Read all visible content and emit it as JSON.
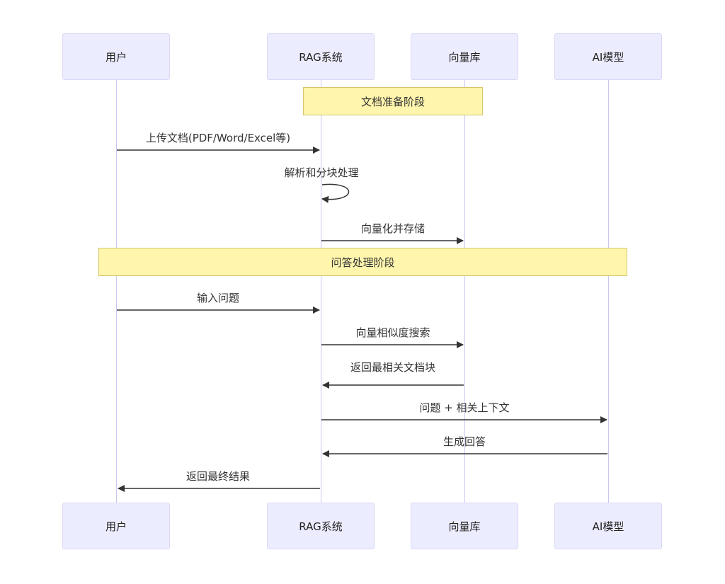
{
  "actors": [
    "用户",
    "RAG系统",
    "向量库",
    "AI模型"
  ],
  "notes": {
    "phase1": "文档准备阶段",
    "phase2": "问答处理阶段"
  },
  "messages": [
    {
      "from": "用户",
      "to": "RAG系统",
      "text": "上传文档(PDF/Word/Excel等)"
    },
    {
      "from": "RAG系统",
      "to": "RAG系统",
      "text": "解析和分块处理"
    },
    {
      "from": "RAG系统",
      "to": "向量库",
      "text": "向量化并存储"
    },
    {
      "from": "用户",
      "to": "RAG系统",
      "text": "输入问题"
    },
    {
      "from": "RAG系统",
      "to": "向量库",
      "text": "向量相似度搜索"
    },
    {
      "from": "向量库",
      "to": "RAG系统",
      "text": "返回最相关文档块"
    },
    {
      "from": "RAG系统",
      "to": "AI模型",
      "text": "问题 + 相关上下文"
    },
    {
      "from": "AI模型",
      "to": "RAG系统",
      "text": "生成回答"
    },
    {
      "from": "RAG系统",
      "to": "用户",
      "text": "返回最终结果"
    }
  ]
}
